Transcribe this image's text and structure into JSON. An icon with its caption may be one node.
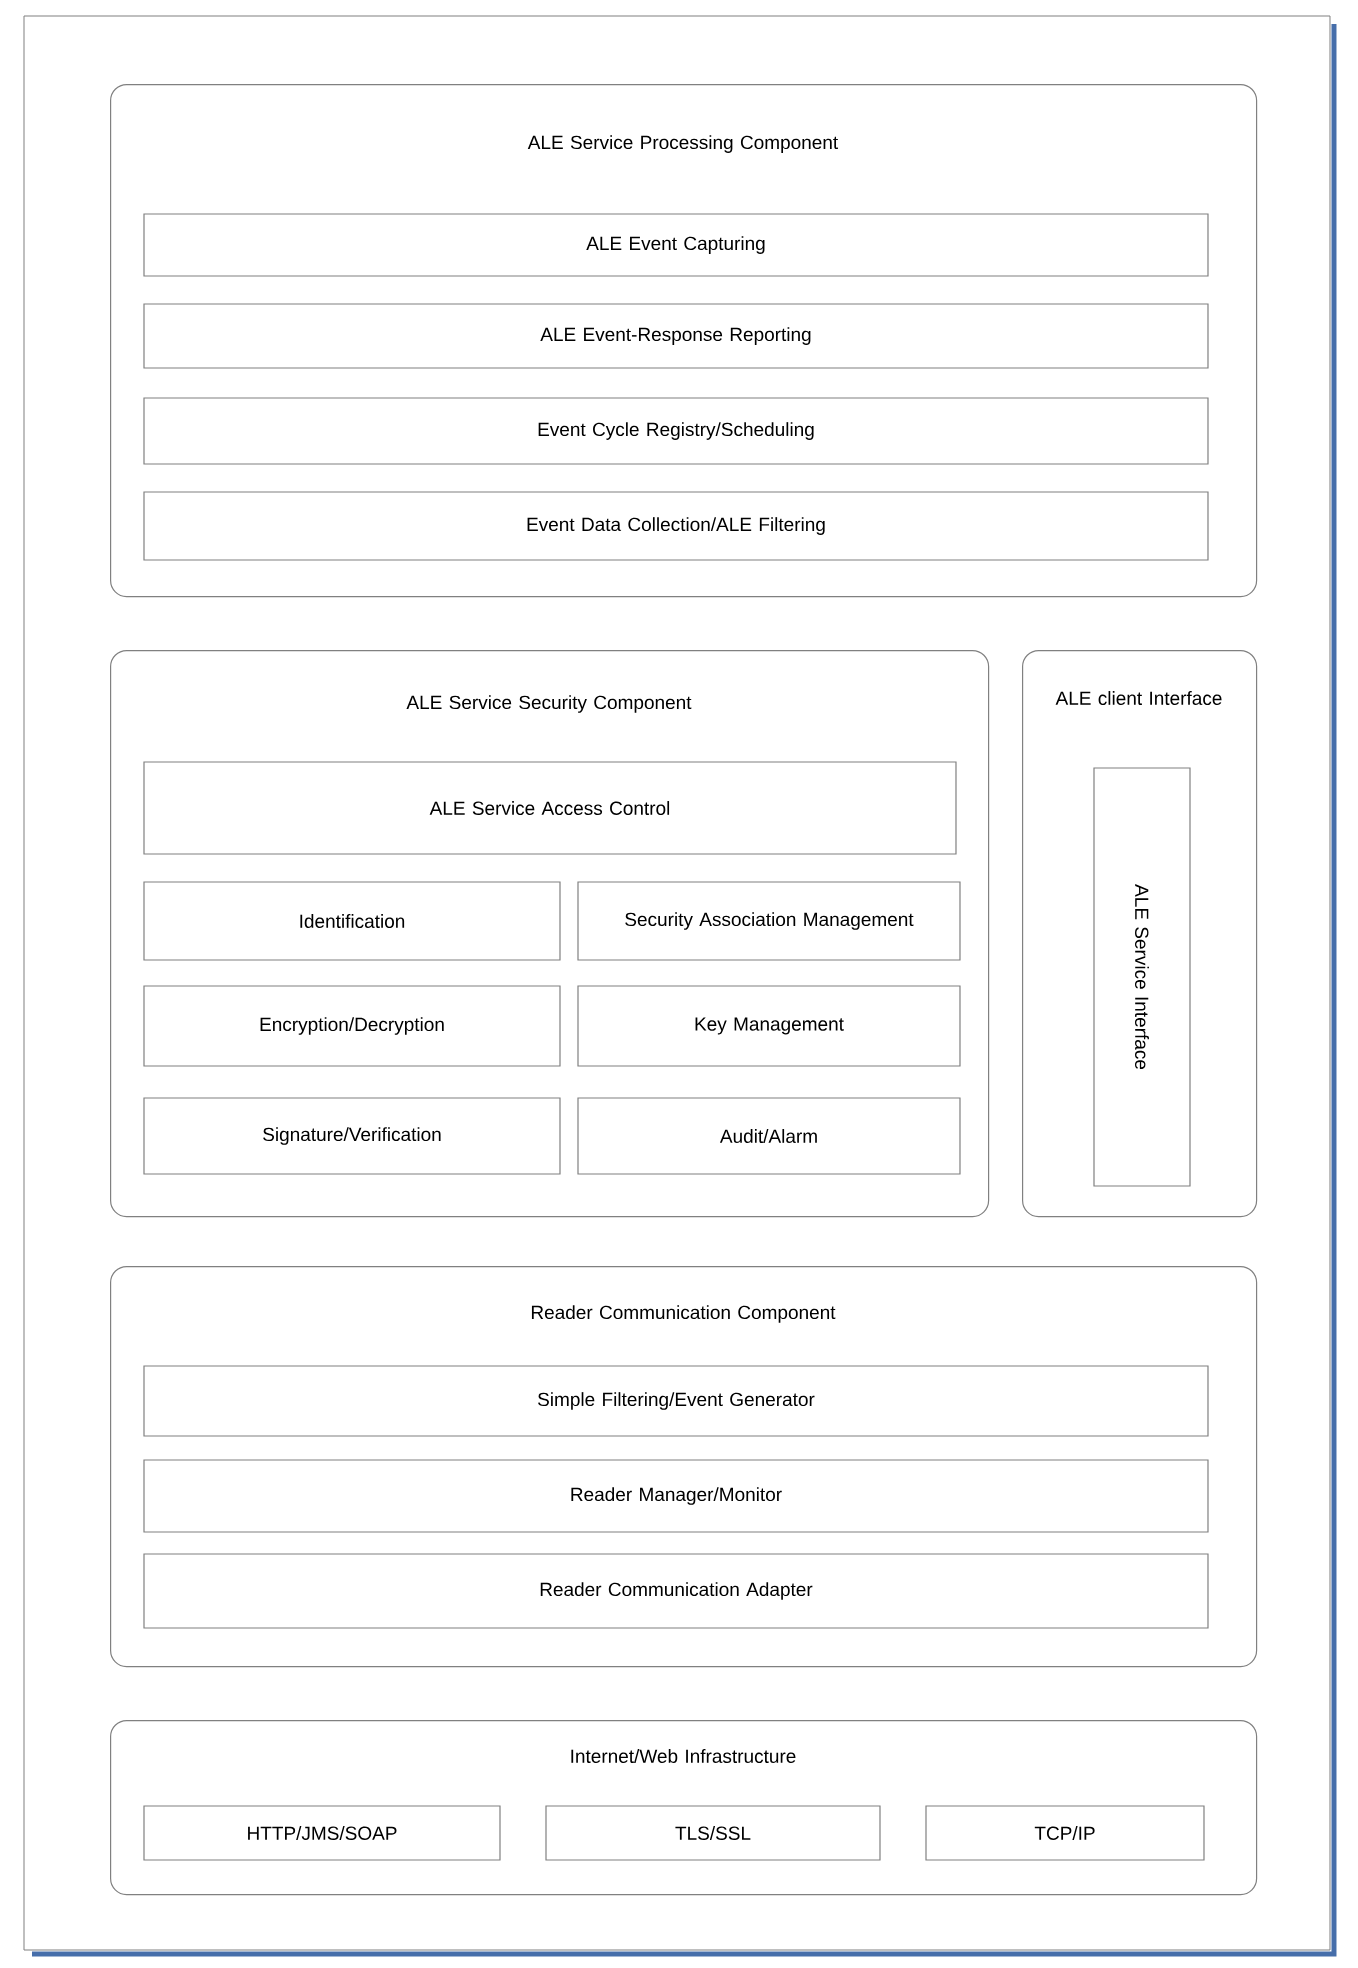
{
  "diagram": {
    "nodes": [
      {
        "text": [
          "ALE Service Processing Component"
        ]
      },
      {
        "text": [
          "ALE Event Capturing"
        ],
        "in": 0
      },
      {
        "text": [
          "ALE Event-Response Reporting"
        ],
        "in": 0
      },
      {
        "text": [
          "Event Cycle Registry/Scheduling"
        ],
        "in": 0
      },
      {
        "text": [
          "Event Data Collection/ALE Filtering"
        ],
        "in": 0
      },
      {
        "text": [
          "ALE Service Security Component"
        ]
      },
      {
        "text": [
          "ALE Service Access Control"
        ],
        "in": 5
      },
      {
        "text": [
          "Identification"
        ],
        "in": 5
      },
      {
        "text": [
          "Security Association Management"
        ],
        "in": 5
      },
      {
        "text": [
          "Encryption/Decryption"
        ],
        "in": 5
      },
      {
        "text": [
          "Key Management"
        ],
        "in": 5
      },
      {
        "text": [
          "Signature/Verification"
        ],
        "in": 5
      },
      {
        "text": [
          "Audit/Alarm"
        ],
        "in": 5
      },
      {
        "text": [
          "ALE client Interface"
        ]
      },
      {
        "text": [
          "ALE Service Interface"
        ],
        "in": 13
      },
      {
        "text": [
          "Reader Communication Component"
        ]
      },
      {
        "text": [
          "Simple Filtering/Event Generator"
        ],
        "in": 15
      },
      {
        "text": [
          "Reader Manager/Monitor"
        ],
        "in": 15
      },
      {
        "text": [
          "Reader Communication Adapter"
        ],
        "in": 15
      },
      {
        "text": [
          "Internet/Web Infrastructure"
        ]
      },
      {
        "text": [
          "HTTP/JMS/SOAP"
        ],
        "in": 19
      },
      {
        "text": [
          "TLS/SSL"
        ],
        "in": 19
      },
      {
        "text": [
          "TCP/IP"
        ],
        "in": 19
      }
    ]
  }
}
